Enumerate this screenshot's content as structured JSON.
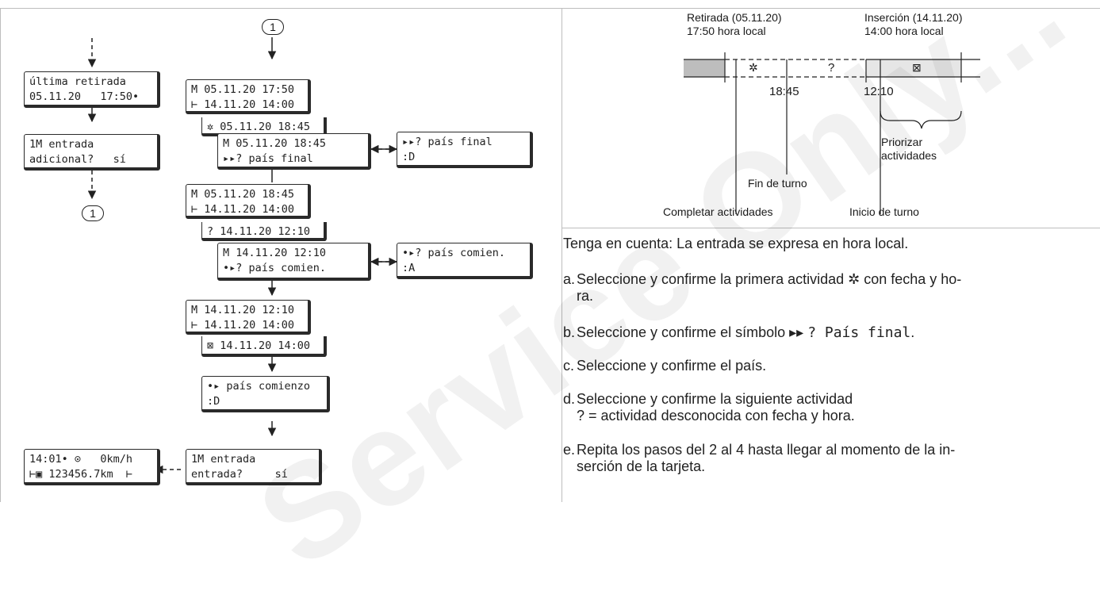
{
  "left": {
    "connector": "1",
    "col1": {
      "last_removal": [
        "última retirada",
        "05.11.20   17:50•"
      ],
      "additional_entry": [
        "1M entrada",
        "adicional?   sí"
      ],
      "status": [
        "14:01• ⊙   0km/h",
        "⊢▣ 123456.7km  ⊢"
      ]
    },
    "col2": {
      "s1": [
        "M 05.11.20 17:50",
        "⊢ 14.11.20 14:00",
        "✲ 05.11.20 18:45",
        "M 05.11.20 18:45",
        "▸▸? país final"
      ],
      "country_end": [
        "▸▸? país final",
        ":D"
      ],
      "s2": [
        "M 05.11.20 18:45",
        "⊢ 14.11.20 14:00",
        "? 14.11.20 12:10",
        "M 14.11.20 12:10",
        "•▸? país comien."
      ],
      "country_start": [
        "•▸? país comien.",
        ":A"
      ],
      "s3": [
        "M 14.11.20 12:10",
        "⊢ 14.11.20 14:00",
        "⊠ 14.11.20 14:00"
      ],
      "country_begin": [
        "•▸ país comienzo",
        ":D"
      ],
      "confirm": [
        "1M entrada",
        "entrada?     sí"
      ]
    }
  },
  "timeline": {
    "removal": [
      "Retirada (05.11.20)",
      "17:50 hora local"
    ],
    "insertion": [
      "Inserción (14.11.20)",
      "14:00 hora local"
    ],
    "icons": {
      "rest": "✲",
      "unknown": "?",
      "avail": "⊠"
    },
    "times": {
      "end_shift": "18:45",
      "start_shift": "12:10"
    },
    "labels": {
      "prioritize": [
        "Priorizar",
        "actividades"
      ],
      "end_shift": "Fin de turno",
      "complete": "Completar actividades",
      "start_shift": "Inicio de turno"
    }
  },
  "notes": {
    "intro": "Tenga en cuenta: La entrada se expresa en hora local.",
    "a": [
      "a.",
      "Seleccione y confirme la primera actividad ✲ con fecha y ho-",
      "ra."
    ],
    "b": [
      "b.",
      "Seleccione y confirme el símbolo ▸▸ ",
      "? País final",
      "."
    ],
    "c": [
      "c.",
      "Seleccione y confirme el país."
    ],
    "d": [
      "d.",
      "Seleccione y confirme la siguiente actividad",
      "? = actividad desconocida con fecha y hora."
    ],
    "e": [
      "e.",
      "Repita los pasos del 2 al 4 hasta llegar al momento de la in-",
      "serción de la tarjeta."
    ]
  },
  "watermark": "Service Only..."
}
